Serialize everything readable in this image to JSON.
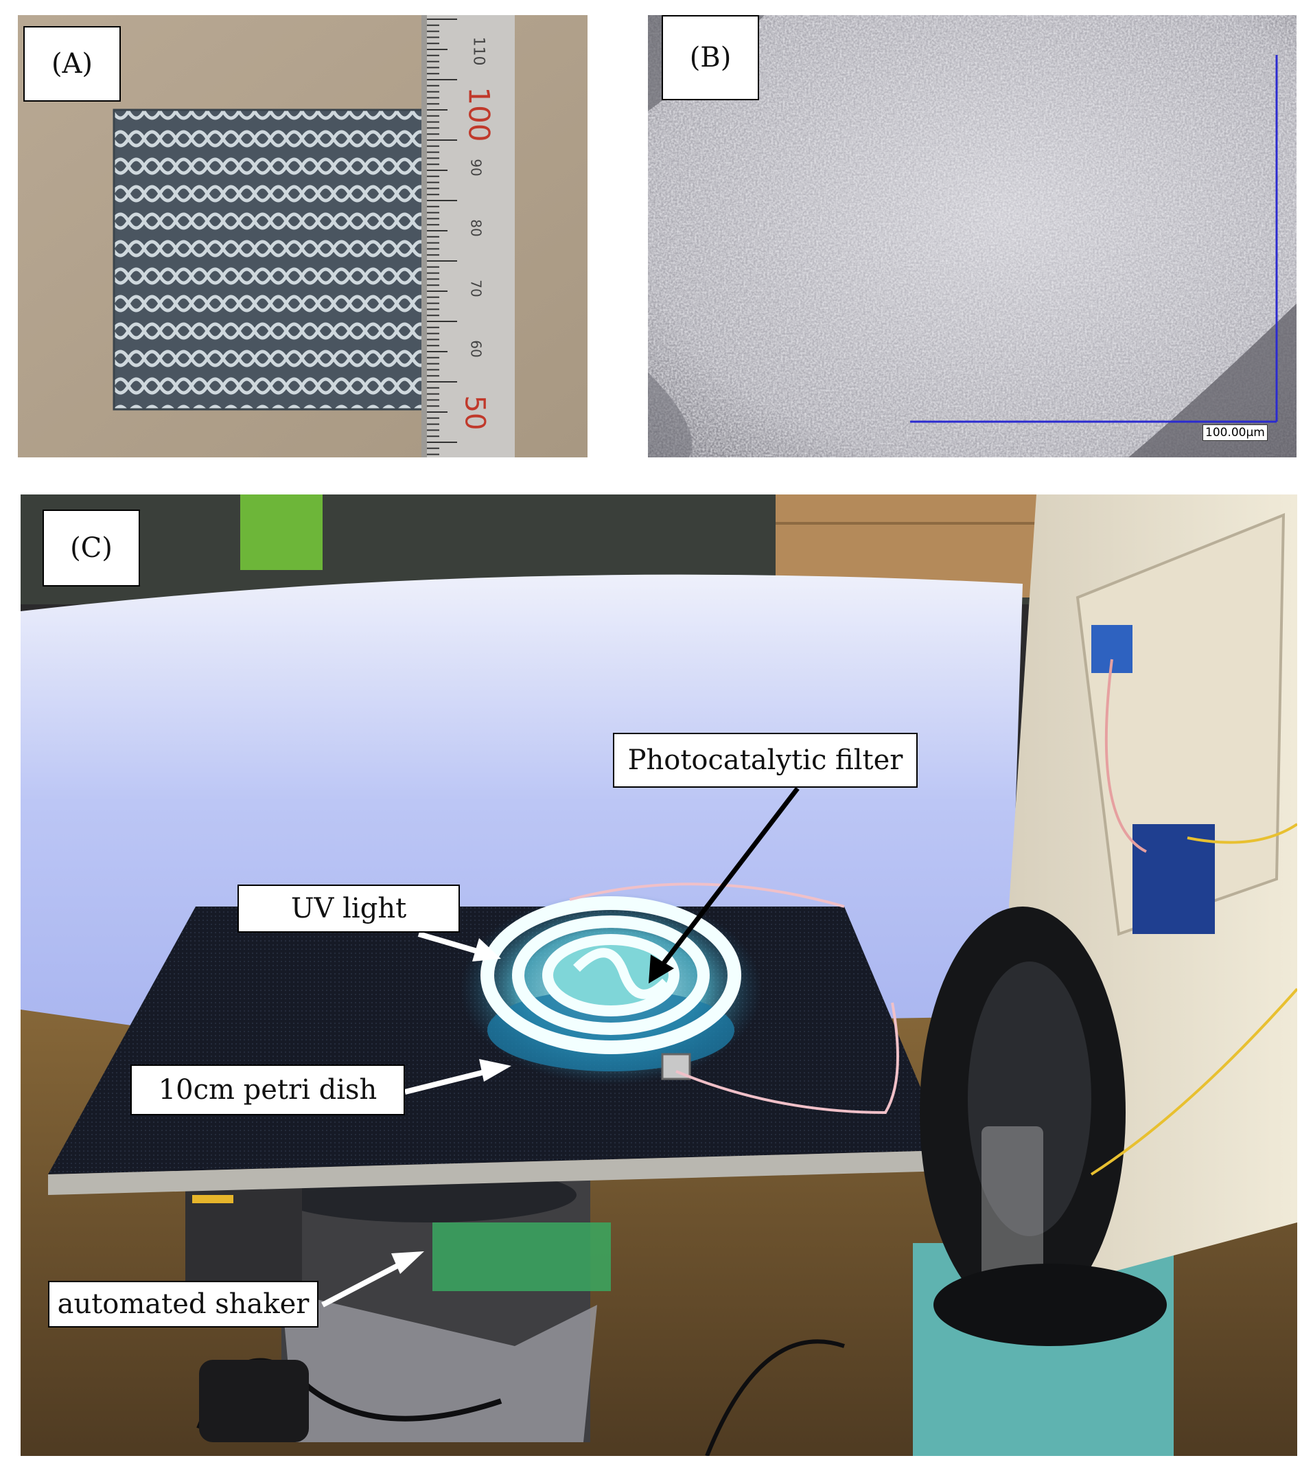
{
  "panels": {
    "a": {
      "label": "(A)",
      "ruler_ticks": [
        "110",
        "100",
        "90",
        "80",
        "70",
        "60",
        "50"
      ]
    },
    "b": {
      "label": "(B)",
      "scale_bar": "100.00µm"
    },
    "c": {
      "label": "(C)",
      "callouts": {
        "filter": "Photocatalytic filter",
        "uv": "UV light",
        "dish": "10cm petri dish",
        "shaker": "automated shaker"
      }
    }
  },
  "colors": {
    "background": "#ffffff",
    "scale_bar": "#2b2bd0",
    "ruler_red": "#c0392b",
    "uv_glow": "#bff4ff",
    "foam": "#cfd6f6"
  }
}
